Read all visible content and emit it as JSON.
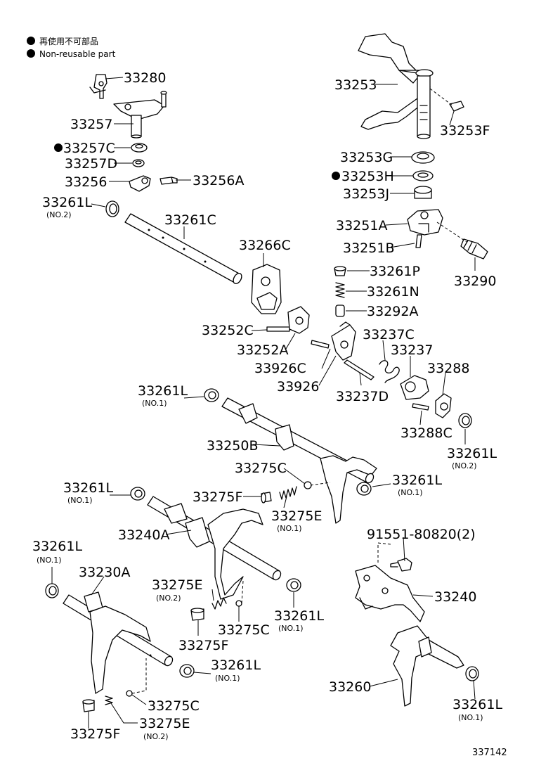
{
  "legend": {
    "jp": "再使用不可部品",
    "en": "Non-reusable part"
  },
  "figure_number": "337142",
  "labels": [
    {
      "id": "33280",
      "text": "33280",
      "sub": "",
      "nr": false
    },
    {
      "id": "33257",
      "text": "33257",
      "sub": "",
      "nr": false
    },
    {
      "id": "33257C",
      "text": "33257C",
      "sub": "",
      "nr": true
    },
    {
      "id": "33257D",
      "text": "33257D",
      "sub": "",
      "nr": false
    },
    {
      "id": "33256",
      "text": "33256",
      "sub": "",
      "nr": false
    },
    {
      "id": "33256A",
      "text": "33256A",
      "sub": "",
      "nr": false
    },
    {
      "id": "33261L_a",
      "text": "33261L",
      "sub": "(NO.2)",
      "nr": false
    },
    {
      "id": "33261C",
      "text": "33261C",
      "sub": "",
      "nr": false
    },
    {
      "id": "33266C",
      "text": "33266C",
      "sub": "",
      "nr": false
    },
    {
      "id": "33252C",
      "text": "33252C",
      "sub": "",
      "nr": false
    },
    {
      "id": "33252A",
      "text": "33252A",
      "sub": "",
      "nr": false
    },
    {
      "id": "33926C",
      "text": "33926C",
      "sub": "",
      "nr": false
    },
    {
      "id": "33926",
      "text": "33926",
      "sub": "",
      "nr": false
    },
    {
      "id": "33253",
      "text": "33253",
      "sub": "",
      "nr": false
    },
    {
      "id": "33253F",
      "text": "33253F",
      "sub": "",
      "nr": false
    },
    {
      "id": "33253G",
      "text": "33253G",
      "sub": "",
      "nr": false
    },
    {
      "id": "33253H",
      "text": "33253H",
      "sub": "",
      "nr": true
    },
    {
      "id": "33253J",
      "text": "33253J",
      "sub": "",
      "nr": false
    },
    {
      "id": "33251A",
      "text": "33251A",
      "sub": "",
      "nr": false
    },
    {
      "id": "33251B",
      "text": "33251B",
      "sub": "",
      "nr": false
    },
    {
      "id": "33290",
      "text": "33290",
      "sub": "",
      "nr": false
    },
    {
      "id": "33261P",
      "text": "33261P",
      "sub": "",
      "nr": false
    },
    {
      "id": "33261N",
      "text": "33261N",
      "sub": "",
      "nr": false
    },
    {
      "id": "33292A",
      "text": "33292A",
      "sub": "",
      "nr": false
    },
    {
      "id": "33237C",
      "text": "33237C",
      "sub": "",
      "nr": false
    },
    {
      "id": "33237",
      "text": "33237",
      "sub": "",
      "nr": false
    },
    {
      "id": "33288",
      "text": "33288",
      "sub": "",
      "nr": false
    },
    {
      "id": "33237D",
      "text": "33237D",
      "sub": "",
      "nr": false
    },
    {
      "id": "33288C",
      "text": "33288C",
      "sub": "",
      "nr": false
    },
    {
      "id": "33261L_b",
      "text": "33261L",
      "sub": "(NO.1)",
      "nr": false
    },
    {
      "id": "33250B",
      "text": "33250B",
      "sub": "",
      "nr": false
    },
    {
      "id": "33261L_c",
      "text": "33261L",
      "sub": "(NO.2)",
      "nr": false
    },
    {
      "id": "33275C_a",
      "text": "33275C",
      "sub": "",
      "nr": false
    },
    {
      "id": "33261L_d",
      "text": "33261L",
      "sub": "(NO.1)",
      "nr": false
    },
    {
      "id": "33261L_e",
      "text": "33261L",
      "sub": "(NO.1)",
      "nr": false
    },
    {
      "id": "33275F_a",
      "text": "33275F",
      "sub": "",
      "nr": false
    },
    {
      "id": "33275E_a",
      "text": "33275E",
      "sub": "(NO.1)",
      "nr": false
    },
    {
      "id": "33240A",
      "text": "33240A",
      "sub": "",
      "nr": false
    },
    {
      "id": "91551",
      "text": "91551-80820(2)",
      "sub": "",
      "nr": false
    },
    {
      "id": "33261L_f",
      "text": "33261L",
      "sub": "(NO.1)",
      "nr": false
    },
    {
      "id": "33230A",
      "text": "33230A",
      "sub": "",
      "nr": false
    },
    {
      "id": "33275E_b",
      "text": "33275E",
      "sub": "(NO.2)",
      "nr": false
    },
    {
      "id": "33261L_g",
      "text": "33261L",
      "sub": "(NO.1)",
      "nr": false
    },
    {
      "id": "33240",
      "text": "33240",
      "sub": "",
      "nr": false
    },
    {
      "id": "33275C_b",
      "text": "33275C",
      "sub": "",
      "nr": false
    },
    {
      "id": "33275F_b",
      "text": "33275F",
      "sub": "",
      "nr": false
    },
    {
      "id": "33261L_h",
      "text": "33261L",
      "sub": "(NO.1)",
      "nr": false
    },
    {
      "id": "33260",
      "text": "33260",
      "sub": "",
      "nr": false
    },
    {
      "id": "33275C_c",
      "text": "33275C",
      "sub": "",
      "nr": false
    },
    {
      "id": "33275E_c",
      "text": "33275E",
      "sub": "(NO.2)",
      "nr": false
    },
    {
      "id": "33275F_c",
      "text": "33275F",
      "sub": "",
      "nr": false
    },
    {
      "id": "33261L_i",
      "text": "33261L",
      "sub": "(NO.1)",
      "nr": false
    }
  ]
}
